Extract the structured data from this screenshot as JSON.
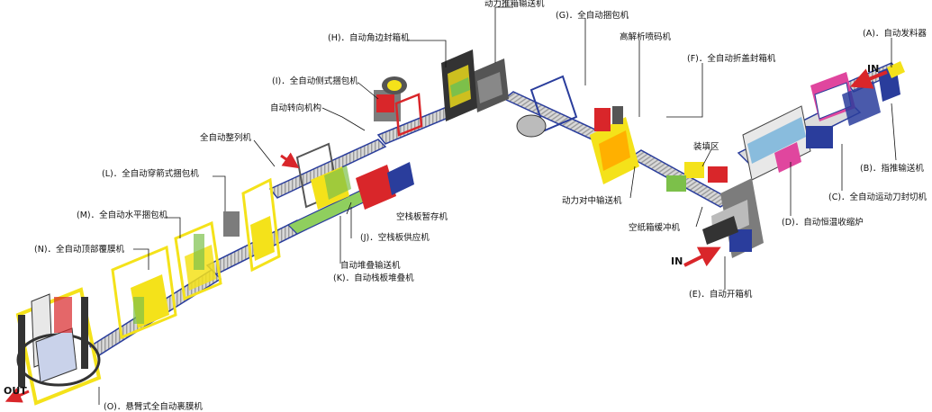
{
  "labels": {
    "A": "(A)．自动发料器",
    "B": "(B)．指推输送机",
    "C": "(C)．全自动运动刀封切机",
    "D": "(D)．自动恒温收缩炉",
    "E": "(E)．自动开箱机",
    "F": "(F)．全自动折盖封箱机",
    "G": "(G)．全自动捆包机",
    "H": "(H)．自动角边封箱机",
    "I": "(I)．全自动侧式捆包机",
    "J": "(J)．空栈板供应机",
    "K": "(K)．自动栈板堆叠机",
    "L": "(L)．全自动穿箭式捆包机",
    "M": "(M)．全自动水平捆包机",
    "N": "(N)．全自动顶部覆膜机",
    "O": "(O)．悬臂式全自动裹膜机",
    "push_conveyor": "动力推箱输送机",
    "hires_printer": "高解析喷码机",
    "turn_mech": "自动转向机构",
    "arrange": "全自动整列机",
    "pallet_buffer": "空栈板暂存机",
    "stack_conveyor": "自动堆叠输送机",
    "loading_zone": "装填区",
    "center_conveyor": "动力对中输送机",
    "buffer_conveyor": "空纸箱缓冲机"
  },
  "io": {
    "in1": "IN",
    "in2": "IN",
    "out": "OUT"
  },
  "colors": {
    "frame": "#2a3d9c",
    "roller": "#c8c8c8",
    "yellow": "#f4e21a",
    "red": "#d9262a",
    "gray": "#7c7c7c",
    "pink": "#e0469e",
    "green": "#7cc04a"
  }
}
